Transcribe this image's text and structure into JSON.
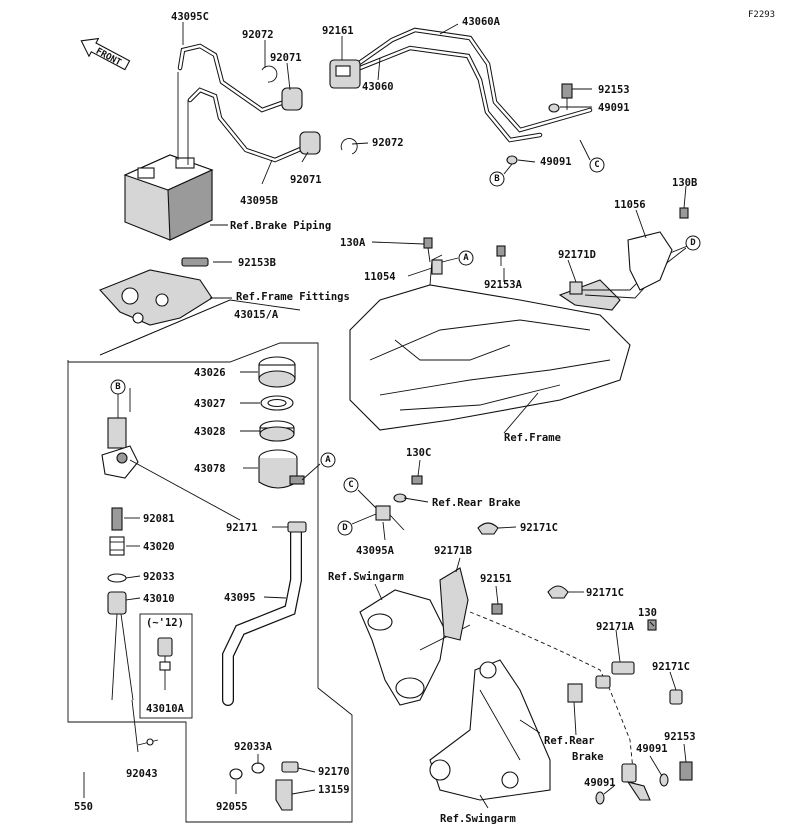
{
  "figure_code": "F2293",
  "front_label": "FRONT",
  "part_labels": {
    "p43095C": "43095C",
    "p92072_top": "92072",
    "p92071_top": "92071",
    "p92161": "92161",
    "p43060A": "43060A",
    "p43060": "43060",
    "p92153_top": "92153",
    "p49091_top": "49091",
    "p92072_mid": "92072",
    "p92071_mid": "92071",
    "p49091_mid": "49091",
    "p43095B": "43095B",
    "ref_brake_piping": "Ref.Brake Piping",
    "p130B": "130B",
    "p11056": "11056",
    "p130A": "130A",
    "p92171D": "92171D",
    "p11054": "11054",
    "p92153A": "92153A",
    "p92153B": "92153B",
    "ref_frame_fittings": "Ref.Frame Fittings",
    "p43015A": "43015/A",
    "p43026": "43026",
    "p43027": "43027",
    "p43028": "43028",
    "ref_frame": "Ref.Frame",
    "p43078": "43078",
    "p130C": "130C",
    "ref_rear_brake_1": "Ref.Rear Brake",
    "p92081": "92081",
    "p92171_a": "92171",
    "p92171C_1": "92171C",
    "p43020": "43020",
    "p43095A": "43095A",
    "p92171B": "92171B",
    "ref_swingarm_1": "Ref.Swingarm",
    "p92033": "92033",
    "p92151": "92151",
    "p92171C_2": "92171C",
    "p43010": "43010",
    "p43095": "43095",
    "p130": "130",
    "variant_note": "(~'12)",
    "p92171A": "92171A",
    "p92171C_3": "92171C",
    "p43010A": "43010A",
    "ref_rear_brake_2": "Ref.Rear",
    "ref_rear_brake_2b": "Brake",
    "p92153_bot": "92153",
    "p49091_bot1": "49091",
    "p92033A": "92033A",
    "p92043": "92043",
    "p92170": "92170",
    "p13159": "13159",
    "p49091_bot2": "49091",
    "p92055": "92055",
    "p550": "550",
    "ref_swingarm_2": "Ref.Swingarm"
  },
  "callouts": {
    "A1": "A",
    "A2": "A",
    "B1": "B",
    "B2": "B",
    "C1": "C",
    "C2": "C",
    "D1": "D",
    "D2": "D"
  }
}
